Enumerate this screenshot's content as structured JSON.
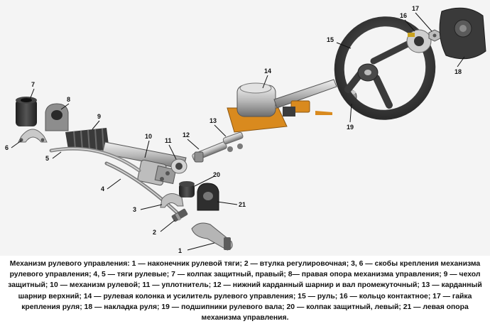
{
  "diagram": {
    "callouts": [
      "1",
      "2",
      "3",
      "4",
      "5",
      "6",
      "7",
      "8",
      "9",
      "10",
      "11",
      "12",
      "13",
      "14",
      "15",
      "16",
      "17",
      "18",
      "19",
      "20",
      "21"
    ]
  },
  "caption": {
    "text": "Механизм рулевого управления: 1 — наконечник рулевой тяги; 2 — втулка регулировочная; 3, 6 — скобы крепления механизма рулевого управления; 4, 5 — тяги рулевые; 7 — колпак защитный, правый; 8— правая опора механизма управления; 9 — чехол защитный; 10 — механизм рулевой; 11 — уплотнитель; 12 — нижний карданный шарнир и вал промежуточный; 13 — карданный шарнир верхний; 14 — рулевая колонка и усилитель рулевого управления; 15 — руль; 16 — кольцо контактное; 17 — гайка крепления руля; 18 — накладка руля; 19 — подшипники рулевого вала; 20 — колпак защитный, левый; 21 — левая опора механизма управления."
  },
  "colors": {
    "background": "#f4f4f4",
    "metal_light": "#d8d8d8",
    "metal_mid": "#a9a9a9",
    "metal_dark": "#4a4a4a",
    "rubber": "#2e2e2e",
    "accent_orange": "#d98a1e",
    "wheel": "#3b3b3b",
    "text": "#111111"
  }
}
